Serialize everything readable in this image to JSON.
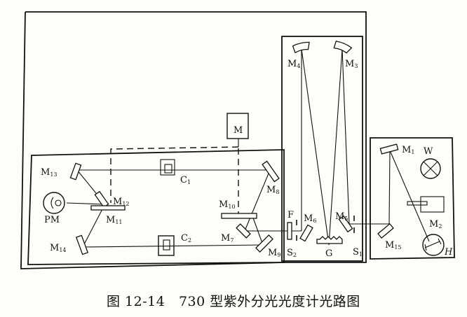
{
  "caption": {
    "figure_number": "图 12-14",
    "title": "730 型紫外分光光度计光路图"
  },
  "components": {
    "M1": {
      "main": "M",
      "sub": "1"
    },
    "M2": {
      "main": "M",
      "sub": "2"
    },
    "M3": {
      "main": "M",
      "sub": "3"
    },
    "M4": {
      "main": "M",
      "sub": "4"
    },
    "M5": {
      "main": "M",
      "sub": "5"
    },
    "M6": {
      "main": "M",
      "sub": "6"
    },
    "M7": {
      "main": "M",
      "sub": "7"
    },
    "M8": {
      "main": "M",
      "sub": "8"
    },
    "M9": {
      "main": "M",
      "sub": "9"
    },
    "M10": {
      "main": "M",
      "sub": "10"
    },
    "M11": {
      "main": "M",
      "sub": "11"
    },
    "M12": {
      "main": "M",
      "sub": "12"
    },
    "M13": {
      "main": "M",
      "sub": "13"
    },
    "M14": {
      "main": "M",
      "sub": "14"
    },
    "M15": {
      "main": "M",
      "sub": "15"
    },
    "C1": {
      "main": "C",
      "sub": "1"
    },
    "C2": {
      "main": "C",
      "sub": "2"
    },
    "S1": {
      "main": "S",
      "sub": "1"
    },
    "S2": {
      "main": "S",
      "sub": "2"
    },
    "motor": "M",
    "photomultiplier": "PM",
    "filter": "F",
    "grating": "G",
    "tungsten_lamp": "W",
    "hydrogen_lamp": "H"
  }
}
